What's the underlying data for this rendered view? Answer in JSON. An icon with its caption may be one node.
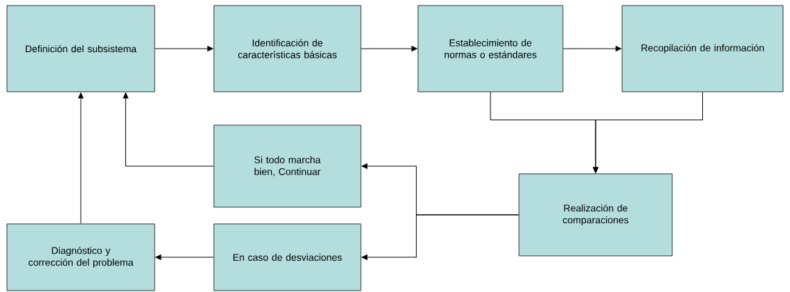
{
  "diagram": {
    "nodes": [
      {
        "text": [
          "Definición del subsistema"
        ]
      },
      {
        "text": [
          "Identificación de características básicas"
        ]
      },
      {
        "text": [
          "Establecimiento de normas o estándares"
        ]
      },
      {
        "text": [
          "Recopilación de información"
        ]
      },
      {
        "text": [
          "Si todo marcha bien, Continuar"
        ]
      },
      {
        "text": [
          "Realización de comparaciones"
        ]
      },
      {
        "text": [
          "Diagnóstico y corrección del problema"
        ]
      },
      {
        "text": [
          "En caso de desviaciones"
        ]
      }
    ],
    "edges": [
      {
        "from": 0,
        "to": 1,
        "arrow": "to"
      },
      {
        "from": 1,
        "to": 2,
        "arrow": "to"
      },
      {
        "from": 2,
        "to": 3,
        "arrow": "to"
      },
      {
        "from": 2,
        "to": 5,
        "arrow": "to"
      },
      {
        "from": 3,
        "to": 5,
        "arrow": "to"
      },
      {
        "from": 5,
        "to": 4,
        "arrow": "to"
      },
      {
        "from": 5,
        "to": 7,
        "arrow": "to"
      },
      {
        "from": 7,
        "to": 6,
        "arrow": "to"
      },
      {
        "from": 4,
        "to": 0,
        "arrow": "to"
      },
      {
        "from": 6,
        "to": 0,
        "arrow": "to"
      }
    ]
  }
}
